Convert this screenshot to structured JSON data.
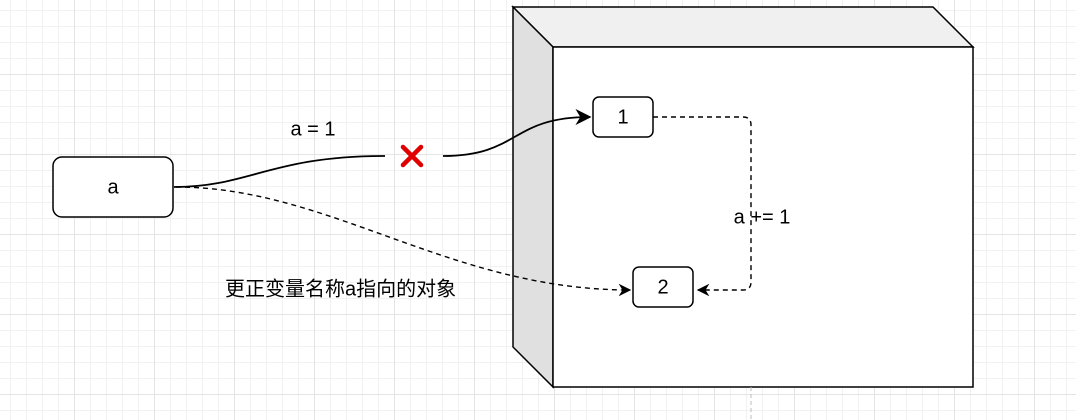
{
  "diagram": {
    "nodes": {
      "variable_a": {
        "label": "a"
      },
      "object_1": {
        "label": "1"
      },
      "object_2": {
        "label": "2"
      }
    },
    "edges": {
      "assign": {
        "label": "a = 1"
      },
      "augmented_assign": {
        "label": "a += 1"
      },
      "rebind": {
        "label": "更正变量名称a指向的对象"
      }
    },
    "colors": {
      "line": "#000000",
      "cross": "#e00000",
      "cube_side": "#e0e0e0",
      "cube_front": "#ffffff"
    },
    "icons": {
      "broken_link": "cross-icon"
    }
  }
}
